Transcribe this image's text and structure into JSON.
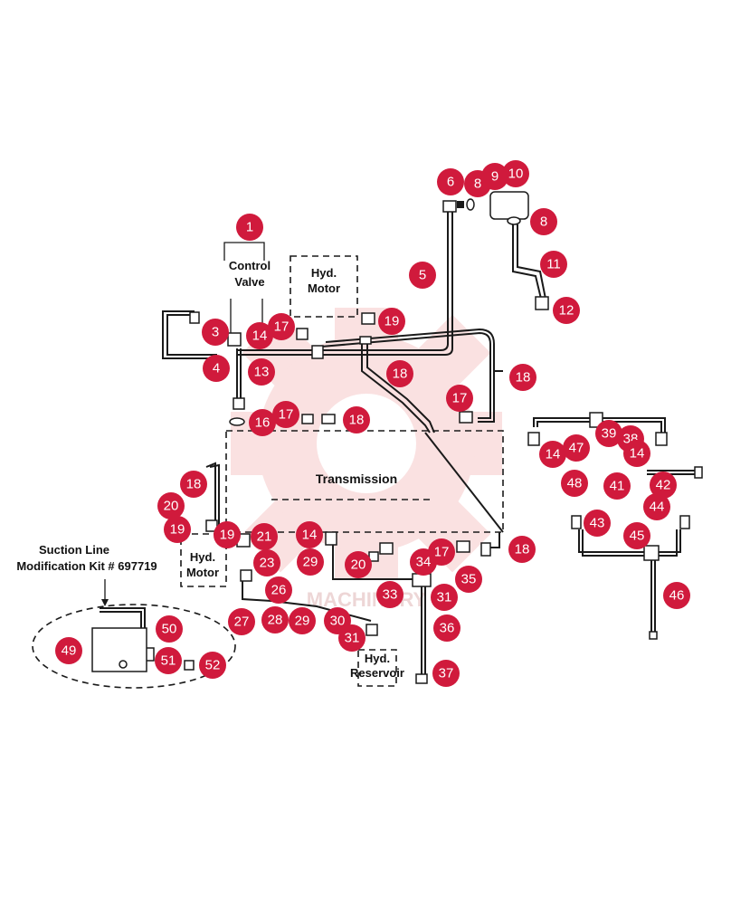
{
  "labels": {
    "control_valve_l1": "Control",
    "control_valve_l2": "Valve",
    "hyd_motor_top_l1": "Hyd.",
    "hyd_motor_top_l2": "Motor",
    "hyd_motor_left_l1": "Hyd.",
    "hyd_motor_left_l2": "Motor",
    "transmission": "Transmission",
    "hyd_reservoir_l1": "Hyd.",
    "hyd_reservoir_l2": "Reservoir",
    "suction_l1": "Suction Line",
    "suction_l2": "Modification Kit # 697719",
    "watermark": "MACHINERY"
  },
  "callouts": [
    "1",
    "3",
    "4",
    "13",
    "14",
    "17",
    "19",
    "16",
    "17",
    "18",
    "5",
    "6",
    "8",
    "9",
    "10",
    "8",
    "11",
    "12",
    "18",
    "17",
    "18",
    "39",
    "38",
    "14",
    "47",
    "14",
    "48",
    "41",
    "42",
    "44",
    "43",
    "45",
    "46",
    "18",
    "20",
    "19",
    "19",
    "21",
    "23",
    "26",
    "27",
    "28",
    "29",
    "30",
    "31",
    "14",
    "29",
    "20",
    "17",
    "34",
    "35",
    "33",
    "31",
    "36",
    "37",
    "18",
    "49",
    "50",
    "51",
    "52"
  ],
  "colors": {
    "callout": "#d01a3c",
    "watermark": "#f6c9c9",
    "line": "#1a1a1a"
  }
}
